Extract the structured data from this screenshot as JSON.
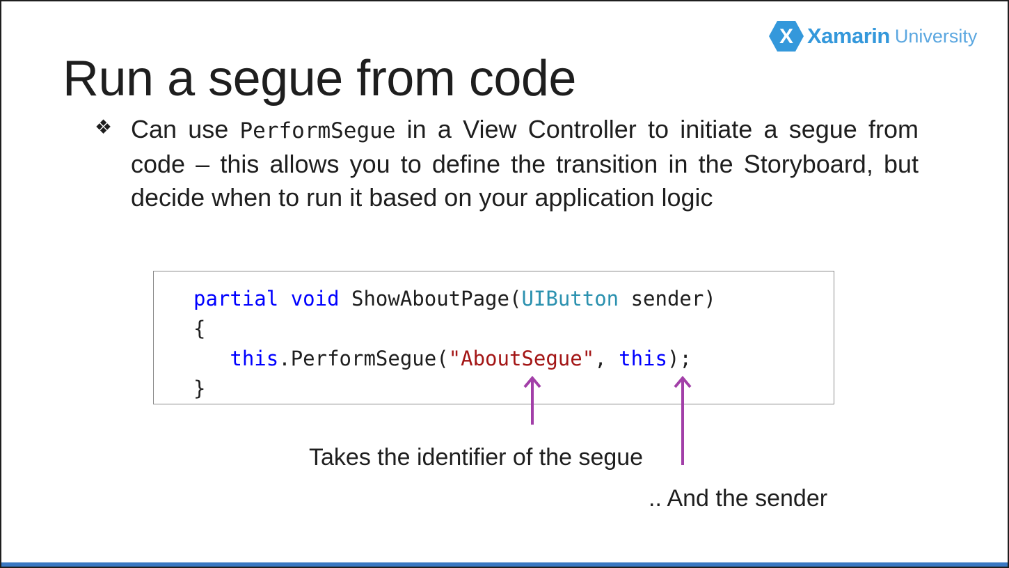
{
  "logo": {
    "mark": "X",
    "name": "Xamarin",
    "sub": "University"
  },
  "title": "Run a segue from code",
  "bullet": {
    "glyph": "❖",
    "text_before": "Can use ",
    "code_term": "PerformSegue",
    "text_after": " in a View Controller to initiate a segue from code – this allows you to define the transition in the Storyboard, but decide when to run it based on your application logic"
  },
  "code": {
    "line1": {
      "kw1": "partial",
      "kw2": "void",
      "method": "ShowAboutPage(",
      "type": "UIButton",
      "rest": " sender)"
    },
    "line2": "{",
    "line3": {
      "kw_this": "this",
      "call": ".PerformSegue(",
      "str": "\"AboutSegue\"",
      "comma": ", ",
      "kw_this2": "this",
      "end": ");"
    },
    "line4": "}"
  },
  "annotations": {
    "identifier_note": "Takes the identifier of the segue",
    "sender_note": ".. And the sender",
    "arrow_color": "#a23fa8"
  },
  "colors": {
    "keyword": "#0000ff",
    "type": "#2b91af",
    "string": "#a31515",
    "brand": "#3498db",
    "bottom_bar": "#3a78c2"
  }
}
